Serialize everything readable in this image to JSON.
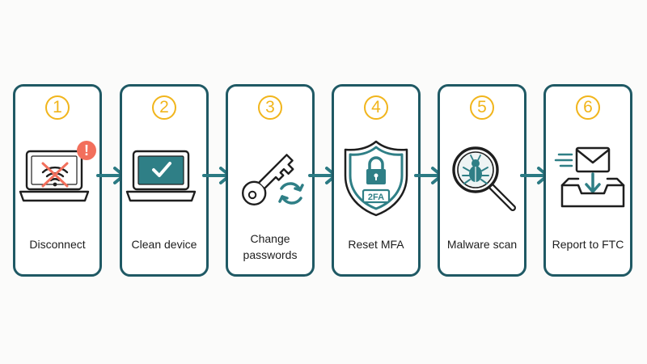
{
  "steps": [
    {
      "number": "1",
      "label": "Disconnect",
      "icon": "laptop-wifi-off-icon"
    },
    {
      "number": "2",
      "label": "Clean device",
      "icon": "laptop-checkmark-icon"
    },
    {
      "number": "3",
      "label": "Change passwords",
      "icon": "key-refresh-icon"
    },
    {
      "number": "4",
      "label": "Reset MFA",
      "icon": "shield-lock-2fa-icon"
    },
    {
      "number": "5",
      "label": "Malware scan",
      "icon": "magnifier-bug-icon"
    },
    {
      "number": "6",
      "label": "Report to FTC",
      "icon": "email-inbox-icon"
    }
  ],
  "icon_text": {
    "alert": "!",
    "two_factor": "2FA"
  },
  "colors": {
    "card_border": "#1f5964",
    "arrow": "#2b7a83",
    "step_number": "#f1b51c",
    "alert": "#f26f5c",
    "teal_fill": "#2f7f86",
    "line": "#1e1e1e"
  }
}
